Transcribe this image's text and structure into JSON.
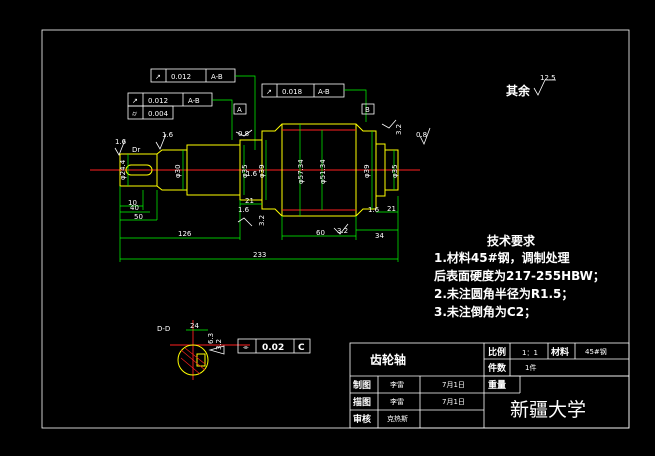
{
  "roughness_other": {
    "label": "其余",
    "value": "12.5"
  },
  "tech_requirements": {
    "title": "技术要求",
    "line1": "1.材料45#钢，调制处理",
    "line2": "后表面硬度为217-255HBW；",
    "line3": "2.未注圆角半径为R1.5；",
    "line4": "3.未注倒角为C2；"
  },
  "tolerance_frames": {
    "top_runout": {
      "symbol": "↗",
      "value": "0.012",
      "datum": "A-B"
    },
    "left_runout": {
      "symbol": "↗",
      "value": "0.012",
      "datum": "A-B"
    },
    "left_cyl": {
      "symbol": "⌭",
      "value": "0.004"
    },
    "right_runout": {
      "symbol": "↗",
      "value": "0.018",
      "datum": "A-B"
    },
    "section_sym": {
      "symbol": "⌯",
      "value": "0.02",
      "datum": "C"
    }
  },
  "datum_labels": {
    "a": "A",
    "b": "B",
    "c": "C"
  },
  "dimensions": {
    "d1": "φ24.4",
    "d2": "φ30",
    "d3": "φ35",
    "d4": "φ39",
    "d5": "φ57.34",
    "d6": "φ51.34",
    "d7": "φ39",
    "d8": "φ35",
    "d9": "Dr",
    "l1": "40",
    "l2": "50",
    "l3": "126",
    "l4": "233",
    "l5": "21",
    "l6": "60",
    "l7": "34",
    "l8": "21",
    "l9": "10",
    "r1": "1.6",
    "r2": "1.6",
    "r3": "0.8",
    "r4": "3.2",
    "r5": "0.8",
    "r6": "3.2",
    "r7": "1.6",
    "r8": "1.6",
    "r9": "3.2",
    "r10": "1.6",
    "sec_label": "D-D",
    "sec_w": "24",
    "sec_r1": "6.3",
    "sec_r2": "3.2"
  },
  "title_block": {
    "part_name": "齿轮轴",
    "scale_label": "比例",
    "scale_value": "1：1",
    "material_label": "材料",
    "material_value": "45#钢",
    "qty_label": "件数",
    "qty_value": "1件",
    "weight_label": "重量",
    "designer_label": "制图",
    "designer_name": "李雷",
    "designer_date": "7月1日",
    "drawer_label": "描图",
    "drawer_name": "李雷",
    "drawer_date": "7月1日",
    "checker_label": "审核",
    "checker_name": "克热斯",
    "school": "新疆大学"
  },
  "colors": {
    "outline": "#ffff00",
    "center": "#ff2020",
    "dim": "#00ff00",
    "text": "#ffffff",
    "frame": "#ffffff"
  }
}
